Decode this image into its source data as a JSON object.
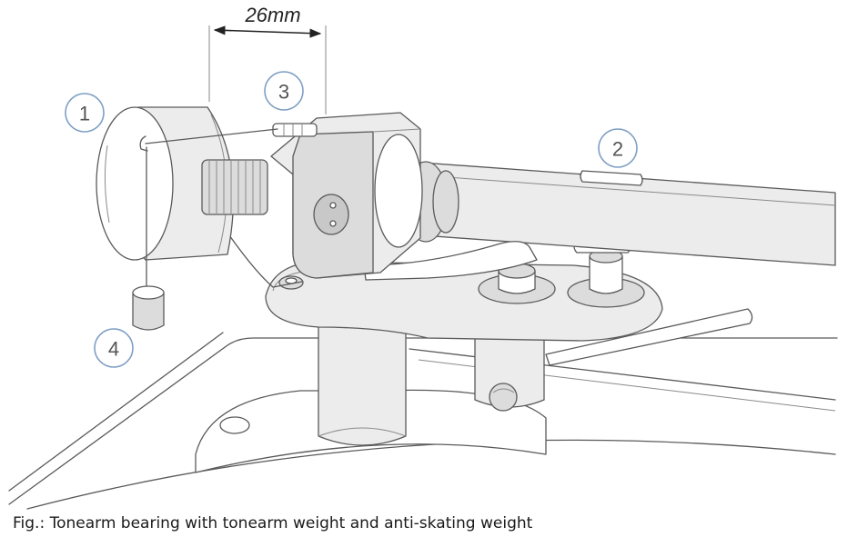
{
  "dimension": {
    "label": "26mm"
  },
  "callouts": [
    {
      "number": "1"
    },
    {
      "number": "2"
    },
    {
      "number": "3"
    },
    {
      "number": "4"
    }
  ],
  "caption": "Fig.: Tonearm bearing with tonearm weight and anti-skating weight",
  "colors": {
    "callout_ring": "#7d9fc4",
    "line_art": "#5a5a5a"
  }
}
